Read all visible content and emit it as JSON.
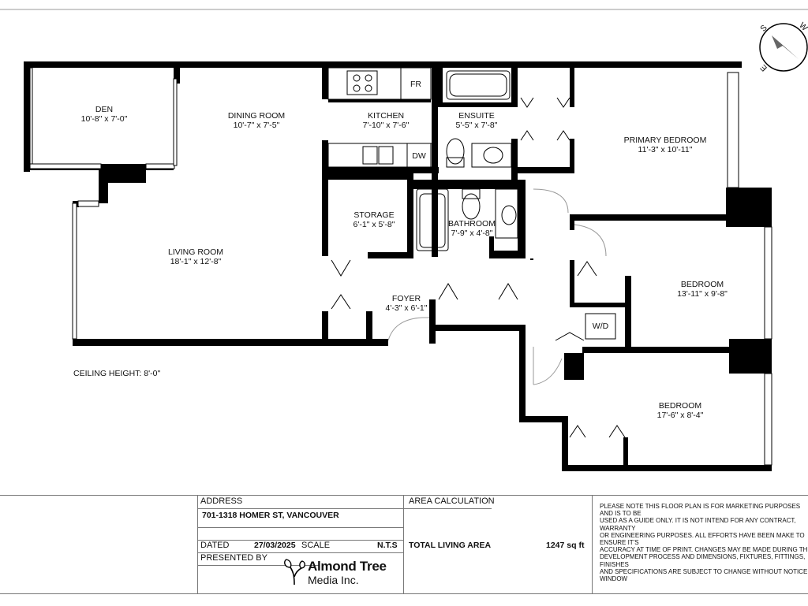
{
  "rooms": {
    "den": {
      "name": "DEN",
      "dim": "10'-8\" x 7'-0\""
    },
    "dining": {
      "name": "DINING ROOM",
      "dim": "10'-7\" x 7'-5\""
    },
    "kitchen": {
      "name": "KITCHEN",
      "dim": "7'-10\" x 7'-6\""
    },
    "ensuite": {
      "name": "ENSUITE",
      "dim": "5'-5\" x 7'-8\""
    },
    "primary": {
      "name": "PRIMARY BEDROOM",
      "dim": "11'-3\" x 10'-11\""
    },
    "storage": {
      "name": "STORAGE",
      "dim": "6'-1\" x 5'-8\""
    },
    "bathroom": {
      "name": "BATHROOM",
      "dim": "7'-9\" x 4'-8\""
    },
    "living": {
      "name": "LIVING ROOM",
      "dim": "18'-1\" x 12'-8\""
    },
    "foyer": {
      "name": "FOYER",
      "dim": "4'-3\" x 6'-1\""
    },
    "bedroom1": {
      "name": "BEDROOM",
      "dim": "13'-11\" x 9'-8\""
    },
    "bedroom2": {
      "name": "BEDROOM",
      "dim": "17'-6\" x 8'-4\""
    }
  },
  "fixtures": {
    "fridge": "FR",
    "dishwasher": "DW",
    "washer_dryer": "W/D"
  },
  "ceiling_height": "CEILING HEIGHT: 8'-0\"",
  "compass": {
    "letters": [
      "S",
      "W",
      "E"
    ]
  },
  "title_block": {
    "address_label": "ADDRESS",
    "address_value": "701-1318 HOMER ST, VANCOUVER",
    "dated_label": "DATED",
    "dated_value": "27/03/2025",
    "scale_label": "SCALE",
    "scale_value": "N.T.S",
    "presented_label": "PRESENTED BY",
    "area_label": "AREA CALCULATION",
    "total_label": "TOTAL LIVING AREA",
    "total_value": "1247 sq ft",
    "logo_line1": "Almond Tree",
    "logo_line2": "Media Inc.",
    "disclaimer": "PLEASE NOTE THIS FLOOR PLAN IS FOR MARKETING PURPOSES AND IS TO BE\nUSED AS A GUIDE ONLY. IT IS NOT INTEND FOR ANY CONTRACT, WARRANTY\nOR ENGINEERING PURPOSES. ALL EFFORTS HAVE BEEN MAKE TO ENSURE IT'S\nACCURACY AT TIME OF PRINT. CHANGES MAY BE MADE DURING THE\nDEVELOPMENT PROCESS AND DIMENSIONS, FIXTURES, FITTINGS, FINISHES\nAND SPECIFICATIONS ARE SUBJECT TO CHANGE WITHOUT NOTICE. WINDOW\nPLACEMENT, BALCONY EACH PLAN TYPE. PLEASE REFER TO CONTRACT\nDRAWING FOR MORE ACCURATE INFORMATION ON PARTICULAR PROPERTY.\nALL MEASUREMENTS ARE APPROXIMATE. THE ABOVE INFORMATION IS FROM\nSOURCES BELIEVED RELIABLE BUT SHOULD BE RELIED UPON WITHOUT\nVERIFICATION. THE BROKERAGE AND THE AGENT ASSUME NO\nRESPONSIBILITY FOR ITS ACCURACY."
  }
}
